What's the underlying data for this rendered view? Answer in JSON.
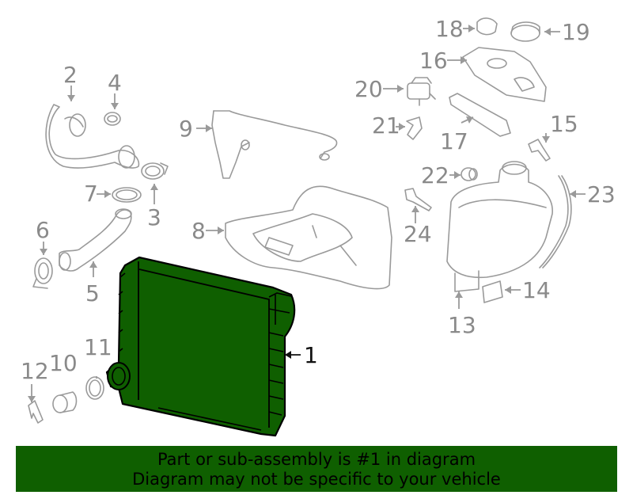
{
  "diagram": {
    "callouts": [
      "1",
      "2",
      "3",
      "4",
      "5",
      "6",
      "7",
      "8",
      "9",
      "10",
      "11",
      "12",
      "13",
      "14",
      "15",
      "16",
      "17",
      "18",
      "19",
      "20",
      "21",
      "22",
      "23",
      "24"
    ],
    "highlight_color": "#0f5f00",
    "highlighted_part": "1"
  },
  "banner": {
    "line1": "Part or sub-assembly is #1 in diagram",
    "line2": "Diagram may not be specific to your vehicle",
    "background": "#0f5f00"
  }
}
